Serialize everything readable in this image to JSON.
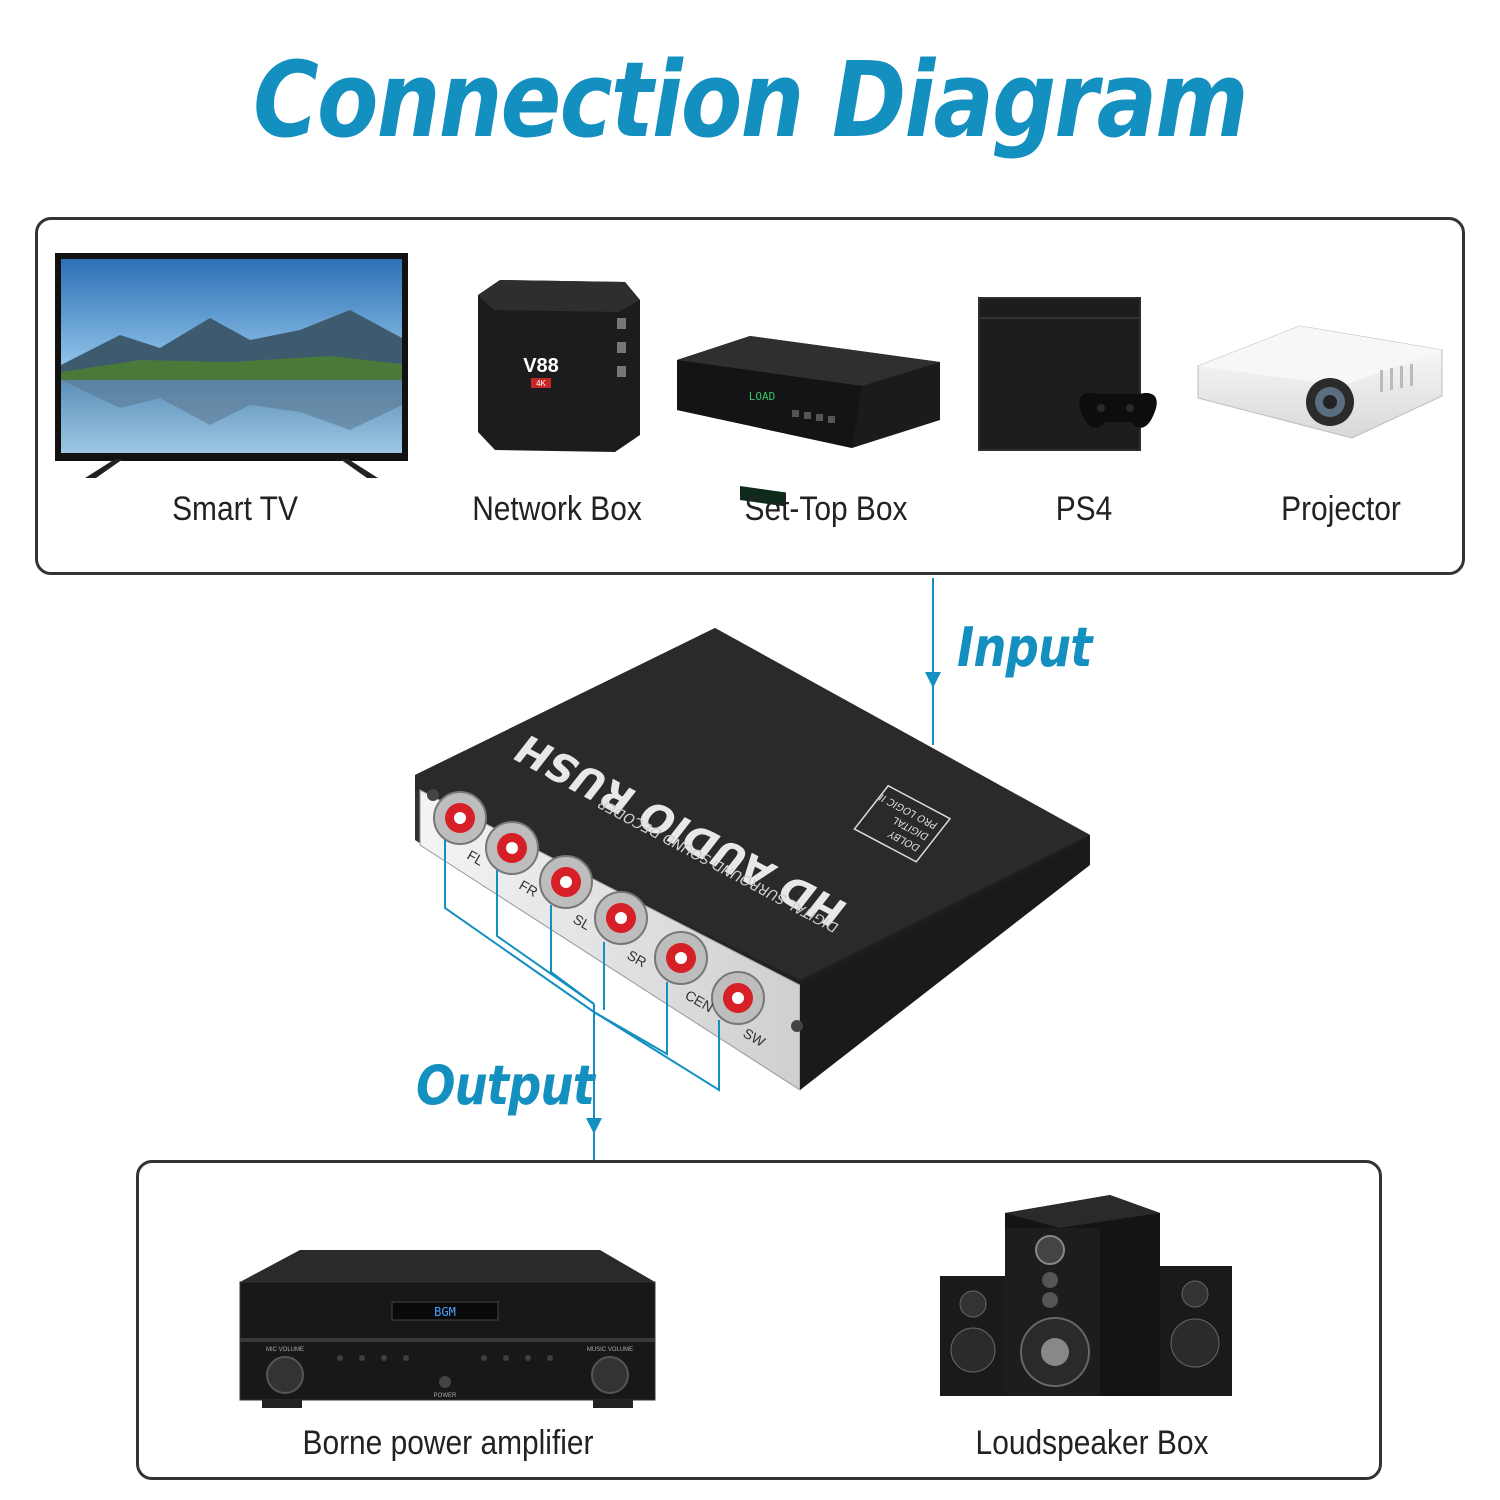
{
  "title": "Connection Diagram",
  "input_devices": [
    {
      "label": "Smart TV"
    },
    {
      "label": "Network Box"
    },
    {
      "label": "Set-Top Box"
    },
    {
      "label": "PS4"
    },
    {
      "label": "Projector"
    }
  ],
  "output_devices": [
    {
      "label": "Borne power amplifier"
    },
    {
      "label": "Loudspeaker Box"
    }
  ],
  "flow": {
    "input_label": "Input",
    "output_label": "Output"
  },
  "decoder": {
    "brand": "HD AUDIO RUSH",
    "subtitle": "DIGITAL SURROUND SOUND DECODER",
    "badge_lines": [
      "DOLBY",
      "DIGITAL",
      "PRO LOGIC II"
    ],
    "channels": [
      "FL",
      "FR",
      "SL",
      "SR",
      "CEN",
      "SW"
    ]
  },
  "tv_box": {
    "model": "V88",
    "badge": "4K"
  },
  "settop": {
    "display": "LOAD"
  },
  "amplifier": {
    "display": "BGM",
    "knob_left": "MIC VOLUME",
    "knob_right": "MUSIC VOLUME",
    "power": "POWER"
  },
  "colors": {
    "accent": "#1490c0",
    "panel_border": "#333333",
    "device_dark": "#1c1c1e"
  }
}
